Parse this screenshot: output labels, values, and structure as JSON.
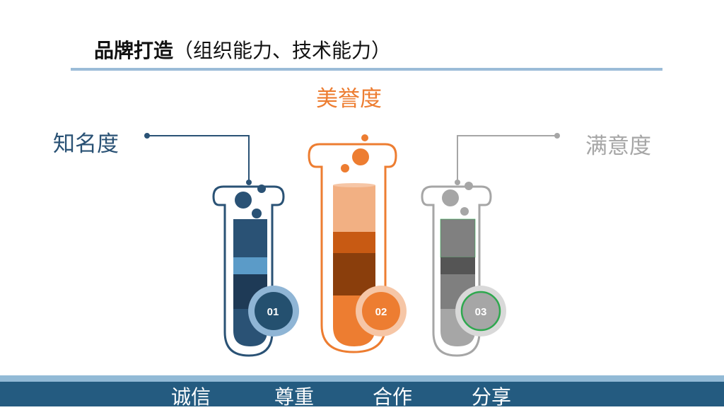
{
  "title": {
    "bold": "品牌打造",
    "rest": "（组织能力、技术能力）"
  },
  "labels": {
    "left": "知名度",
    "center": "美誉度",
    "right": "满意度"
  },
  "tubes": [
    {
      "number": "01"
    },
    {
      "number": "02"
    },
    {
      "number": "03"
    }
  ],
  "footer": [
    "诚信",
    "尊重",
    "合作",
    "分享"
  ],
  "colors": {
    "blue": "#2a5275",
    "orange": "#ed7d31",
    "gray": "#a6a6a6",
    "rule": "#9bbcd8",
    "footer": "#245b80"
  }
}
